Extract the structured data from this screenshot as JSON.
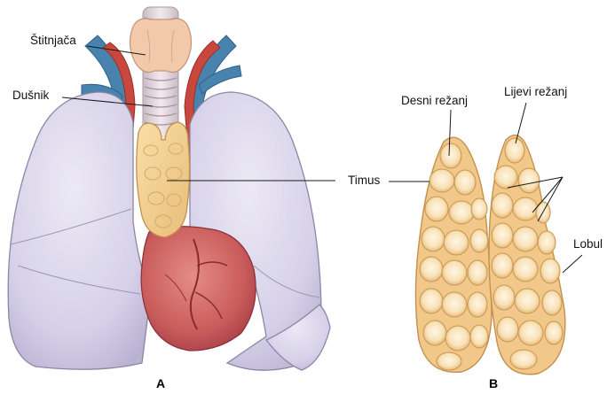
{
  "labels": {
    "thyroid": "Štitnjača",
    "trachea": "Dušnik",
    "thymus": "Timus",
    "right_lobe": "Desni režanj",
    "left_lobe": "Lijevi režanj",
    "lobule": "Lobul"
  },
  "panels": {
    "a": "A",
    "b": "B"
  },
  "colors": {
    "lung_fill": "#d9d5ea",
    "lung_stroke": "#8c86a6",
    "thymus_fill": "#f2cf94",
    "thymus_stroke": "#c58f4d",
    "heart_fill": "#c45a5e",
    "artery": "#c2473b",
    "vein": "#3d7ea8",
    "thyroid_fill": "#f1c9ad",
    "trachea_fill": "#e8dde2"
  }
}
